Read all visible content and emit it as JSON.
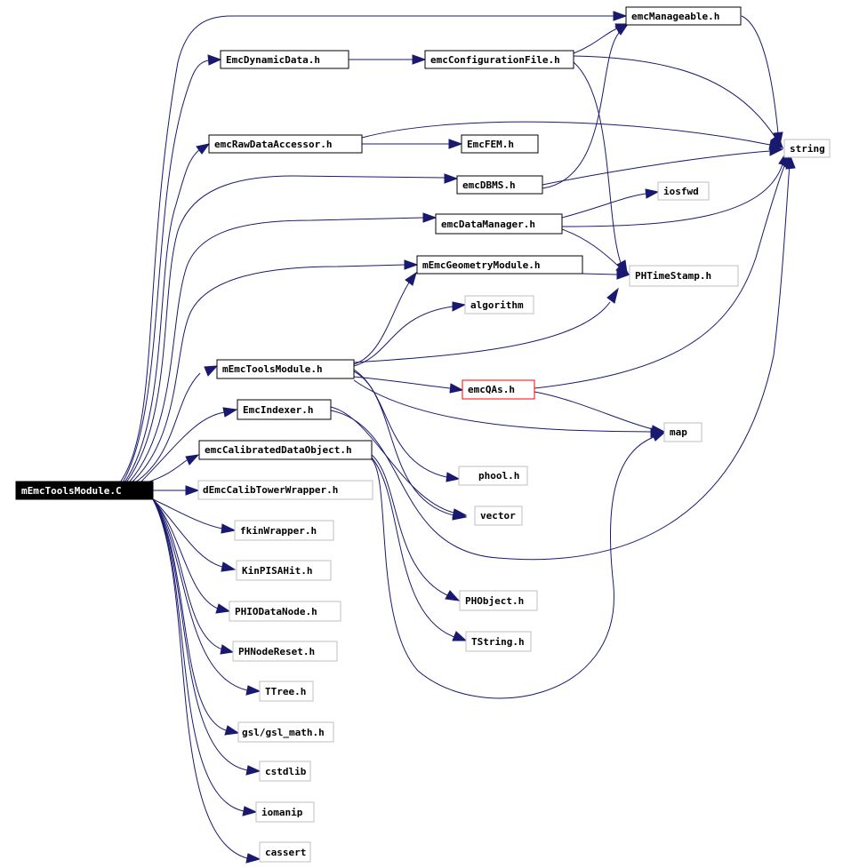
{
  "diagram": {
    "colors": {
      "edge": "#191970",
      "linked_border": "#000000",
      "external_border": "#bfbfbf",
      "incomplete_border": "#ff0000",
      "root_fill": "#000000",
      "root_text": "#ffffff"
    },
    "nodes": {
      "mEmcToolsModule_C": {
        "label": "mEmcToolsModule.C",
        "kind": "root"
      },
      "emcManageable": {
        "label": "emcManageable.h",
        "kind": "linked"
      },
      "EmcDynamicData": {
        "label": "EmcDynamicData.h",
        "kind": "linked"
      },
      "emcConfigurationFile": {
        "label": "emcConfigurationFile.h",
        "kind": "linked"
      },
      "emcRawDataAccessor": {
        "label": "emcRawDataAccessor.h",
        "kind": "linked"
      },
      "EmcFEM": {
        "label": "EmcFEM.h",
        "kind": "linked"
      },
      "string": {
        "label": "string",
        "kind": "external"
      },
      "emcDBMS": {
        "label": "emcDBMS.h",
        "kind": "linked"
      },
      "iosfwd": {
        "label": "iosfwd",
        "kind": "external"
      },
      "emcDataManager": {
        "label": "emcDataManager.h",
        "kind": "linked"
      },
      "mEmcGeometryModule": {
        "label": "mEmcGeometryModule.h",
        "kind": "linked"
      },
      "PHTimeStamp": {
        "label": "PHTimeStamp.h",
        "kind": "external"
      },
      "algorithm": {
        "label": "algorithm",
        "kind": "external"
      },
      "mEmcToolsModule_h": {
        "label": "mEmcToolsModule.h",
        "kind": "linked"
      },
      "emcQAs": {
        "label": "emcQAs.h",
        "kind": "incomplete"
      },
      "EmcIndexer": {
        "label": "EmcIndexer.h",
        "kind": "linked"
      },
      "map": {
        "label": "map",
        "kind": "external"
      },
      "emcCalibratedDataObject": {
        "label": "emcCalibratedDataObject.h",
        "kind": "linked"
      },
      "phool": {
        "label": "phool.h",
        "kind": "external"
      },
      "dEmcCalibTowerWrapper": {
        "label": "dEmcCalibTowerWrapper.h",
        "kind": "external"
      },
      "vector": {
        "label": "vector",
        "kind": "external"
      },
      "fkinWrapper": {
        "label": "fkinWrapper.h",
        "kind": "external"
      },
      "KinPISAHit": {
        "label": "KinPISAHit.h",
        "kind": "external"
      },
      "PHObject": {
        "label": "PHObject.h",
        "kind": "external"
      },
      "PHIODataNode": {
        "label": "PHIODataNode.h",
        "kind": "external"
      },
      "TString": {
        "label": "TString.h",
        "kind": "external"
      },
      "PHNodeReset": {
        "label": "PHNodeReset.h",
        "kind": "external"
      },
      "TTree": {
        "label": "TTree.h",
        "kind": "external"
      },
      "gsl_math": {
        "label": "gsl/gsl_math.h",
        "kind": "external"
      },
      "cstdlib": {
        "label": "cstdlib",
        "kind": "external"
      },
      "iomanip": {
        "label": "iomanip",
        "kind": "external"
      },
      "cassert": {
        "label": "cassert",
        "kind": "external"
      }
    }
  }
}
